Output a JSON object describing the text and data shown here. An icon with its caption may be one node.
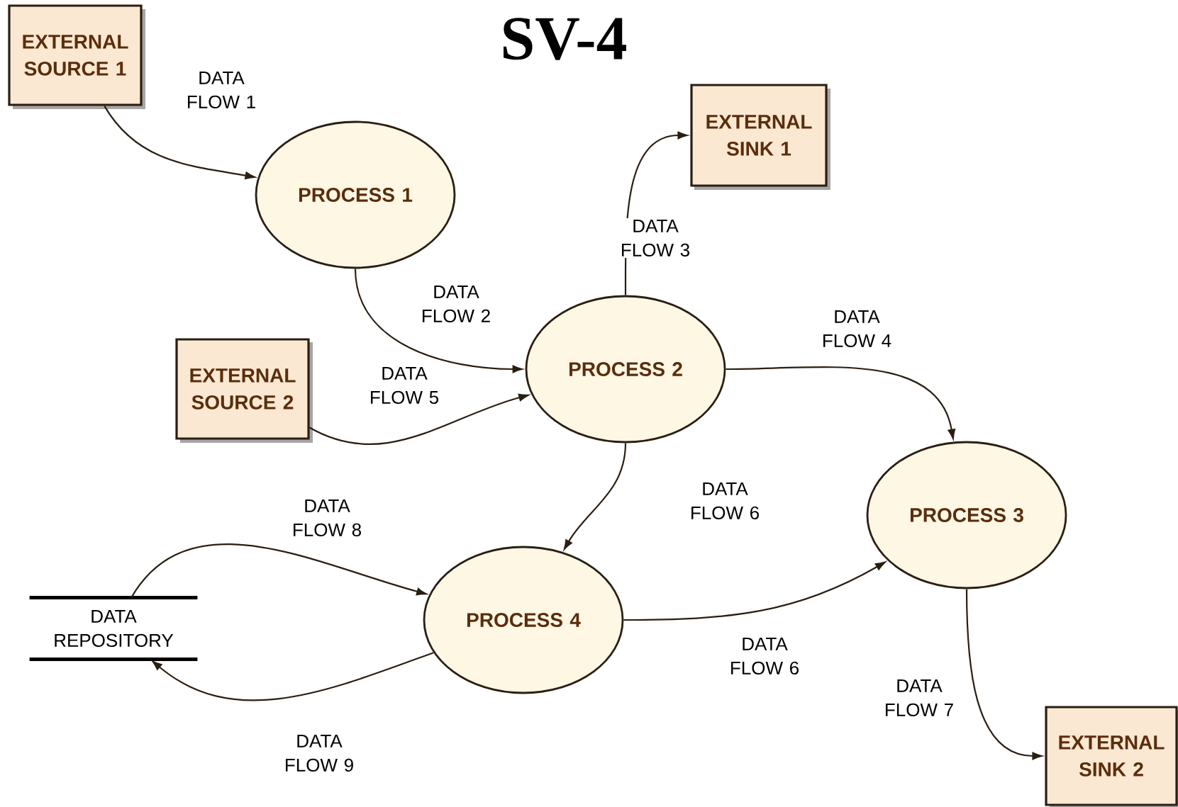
{
  "diagram": {
    "title": "SV-4",
    "nodes": [
      {
        "text": [
          "EXTERNAL SOURCE 1"
        ]
      },
      {
        "text": [
          "PROCESS 1"
        ]
      },
      {
        "text": [
          "EXTERNAL SOURCE 2"
        ]
      },
      {
        "text": [
          "EXTERNAL SINK 1"
        ]
      },
      {
        "text": [
          "PROCESS 2"
        ]
      },
      {
        "text": [
          "PROCESS 3"
        ]
      },
      {
        "text": [
          "PROCESS 4"
        ]
      },
      {
        "text": [
          "DATA REPOSITORY"
        ]
      },
      {
        "text": [
          "EXTERNAL SINK 2"
        ]
      }
    ],
    "edges": [
      {
        "from": 0,
        "to": 1,
        "arrow": "to",
        "label": "DATA FLOW 1"
      },
      {
        "from": 1,
        "to": 4,
        "arrow": "to",
        "label": "DATA FLOW 2"
      },
      {
        "from": 4,
        "to": 3,
        "arrow": "to",
        "label": "DATA FLOW 3"
      },
      {
        "from": 4,
        "to": 5,
        "arrow": "to",
        "label": "DATA FLOW 4"
      },
      {
        "from": 2,
        "to": 4,
        "arrow": "to",
        "label": "DATA FLOW 5"
      },
      {
        "from": 4,
        "to": 6,
        "arrow": "to",
        "label": "DATA FLOW 6"
      },
      {
        "from": 7,
        "to": 6,
        "arrow": "to",
        "label": "DATA FLOW 8"
      },
      {
        "from": 6,
        "to": 7,
        "arrow": "to",
        "label": "DATA FLOW 9"
      },
      {
        "from": 6,
        "to": 5,
        "arrow": "to",
        "label": "DATA FLOW 6"
      },
      {
        "from": 5,
        "to": 8,
        "arrow": "to",
        "label": "DATA FLOW 7"
      }
    ]
  }
}
